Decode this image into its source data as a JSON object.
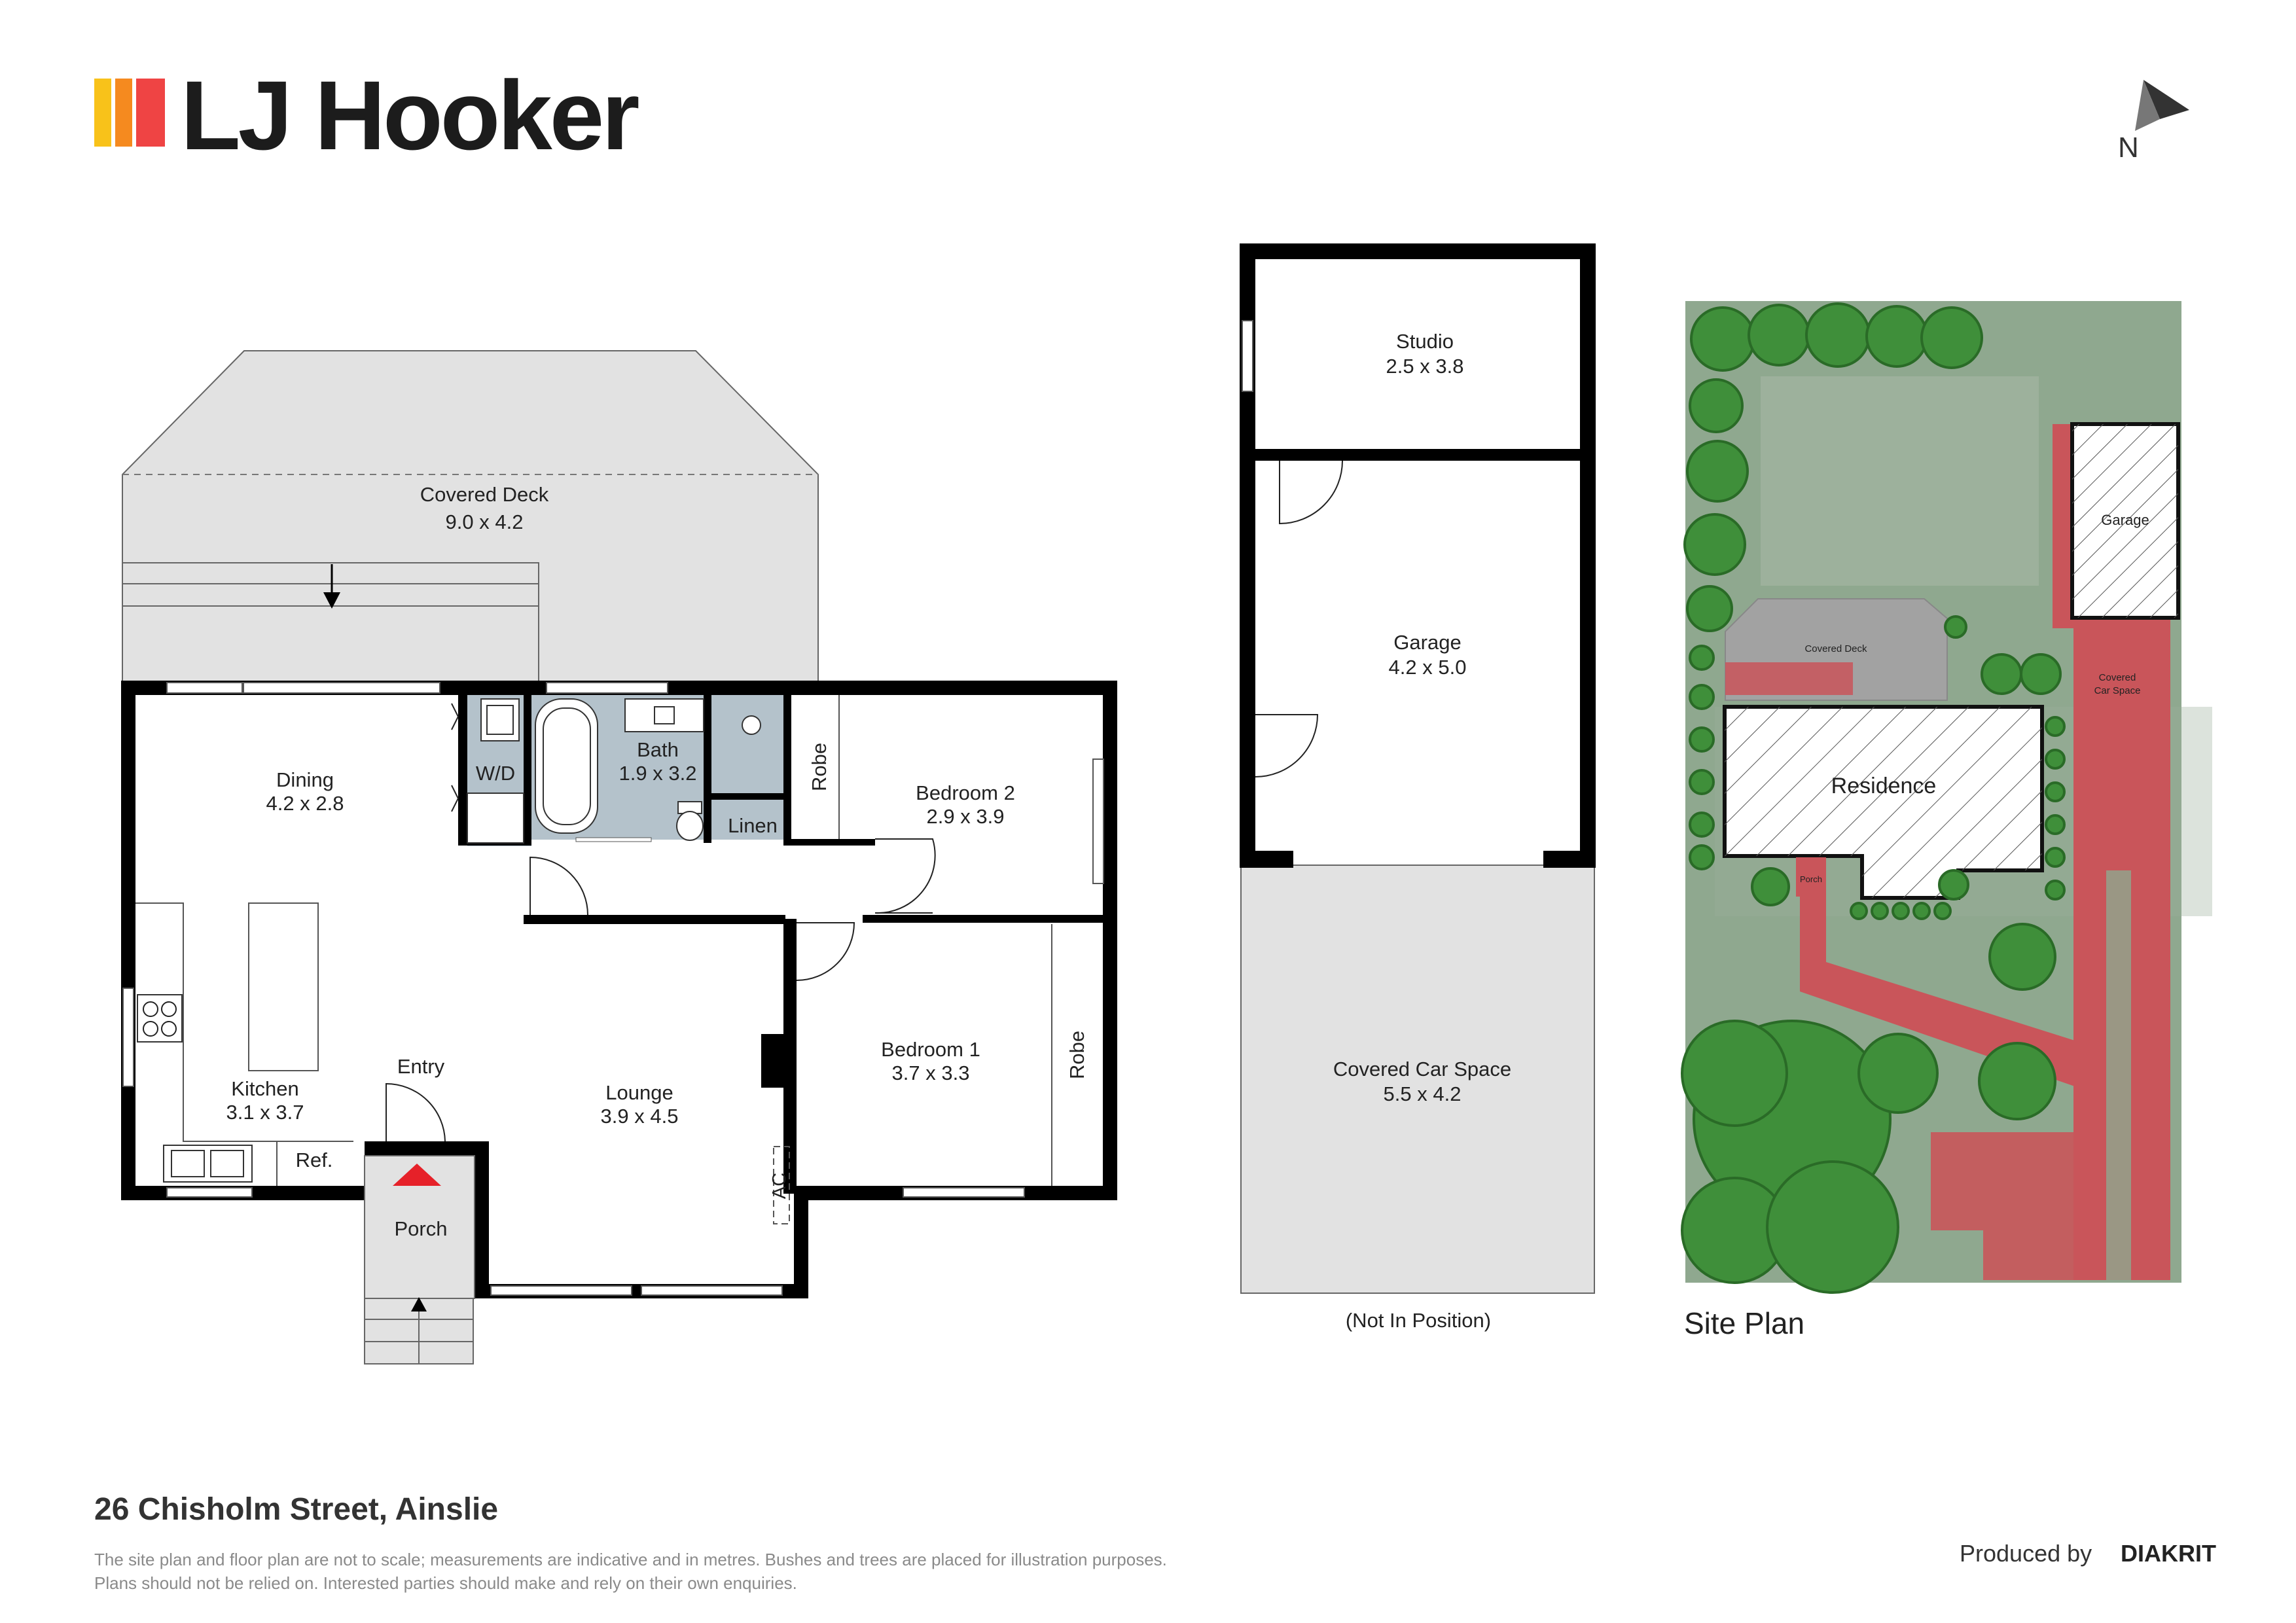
{
  "brand": {
    "name": "LJ Hooker",
    "stripe_colors": [
      "#f8c21a",
      "#f58a1f",
      "#ef4444"
    ]
  },
  "compass": {
    "label": "N"
  },
  "floor_plan": {
    "covered_deck": {
      "name": "Covered Deck",
      "dims": "9.0 x 4.2"
    },
    "dining": {
      "name": "Dining",
      "dims": "4.2 x 2.8"
    },
    "wd": "W/D",
    "bath": {
      "name": "Bath",
      "dims": "1.9 x 3.2"
    },
    "linen": "Linen",
    "robe": "Robe",
    "bedroom2": {
      "name": "Bedroom 2",
      "dims": "2.9 x 3.9"
    },
    "kitchen": {
      "name": "Kitchen",
      "dims": "3.1 x 3.7"
    },
    "ref": "Ref.",
    "entry": "Entry",
    "porch": "Porch",
    "lounge": {
      "name": "Lounge",
      "dims": "3.9 x 4.5"
    },
    "ac": "AC",
    "bedroom1": {
      "name": "Bedroom 1",
      "dims": "3.7 x 3.3"
    }
  },
  "outbuilding": {
    "studio": {
      "name": "Studio",
      "dims": "2.5 x 3.8"
    },
    "garage": {
      "name": "Garage",
      "dims": "4.2 x 5.0"
    },
    "carport": {
      "name": "Covered Car Space",
      "dims": "5.5 x 4.2"
    },
    "note": "(Not In Position)"
  },
  "site_plan": {
    "title": "Site Plan",
    "garage": "Garage",
    "covered_deck": "Covered Deck",
    "covered_car_space_line1": "Covered",
    "covered_car_space_line2": "Car Space",
    "residence": "Residence",
    "porch": "Porch",
    "colors": {
      "lawn": "#8fa88f",
      "path": "#c9555a",
      "tree": "#3f8f3a"
    }
  },
  "footer": {
    "address": "26 Chisholm Street, Ainslie",
    "disclaimer_line1": "The site plan and floor plan are not to scale; measurements are indicative and in metres. Bushes and trees are placed for illustration purposes.",
    "disclaimer_line2": "Plans should not be relied on. Interested parties should make and rely on their own enquiries.",
    "produced_by": "Produced by",
    "producer": "DIAKRIT"
  }
}
